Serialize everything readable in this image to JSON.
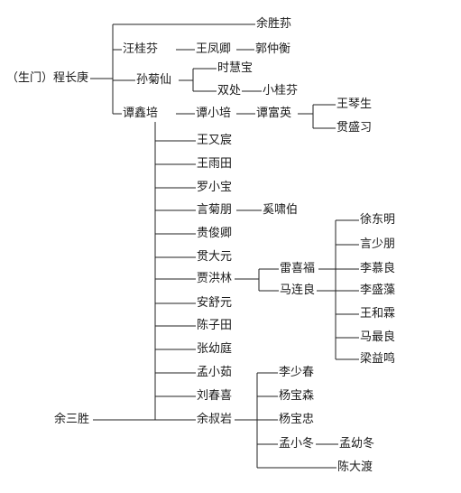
{
  "root": "（生门）程长庚",
  "gen1": {
    "yu_shengsu": "余胜荪",
    "wang_guifen": "汪桂芬",
    "sun_juxian": "孙菊仙",
    "tan_xinpei": "谭鑫培",
    "yu_sansheng": "余三胜"
  },
  "gen2": {
    "wang_fengqing": "王凤卿",
    "shi_huibao": "时慧宝",
    "shuang_chu": "双处",
    "tan_xiaopei": "谭小培"
  },
  "gen3": {
    "guo_zhongheng": "郭仲衡",
    "xiao_guifen": "小桂芬",
    "tan_fuying": "谭富英"
  },
  "tan_fuying_students": [
    "王琴生",
    "贯盛习"
  ],
  "tan_xinpei_students": [
    "王又宸",
    "王雨田",
    "罗小宝",
    "言菊朋",
    "贵俊卿",
    "贯大元",
    "贾洪林",
    "安舒元",
    "陈子田",
    "张幼庭",
    "孟小茹",
    "刘春喜",
    "余叔岩"
  ],
  "yan_jupeng_student": "奚啸伯",
  "jia_honglin_students": [
    "雷喜福",
    "马连良"
  ],
  "lei_ma_students": [
    "徐东明",
    "言少朋",
    "李慕良",
    "李盛藻",
    "王和霖",
    "马最良",
    "梁益鸣"
  ],
  "yu_shuyan_students": [
    "李少春",
    "杨宝森",
    "杨宝忠",
    "孟小冬",
    "陈大渡"
  ],
  "meng_xiaodong_student": "孟幼冬"
}
